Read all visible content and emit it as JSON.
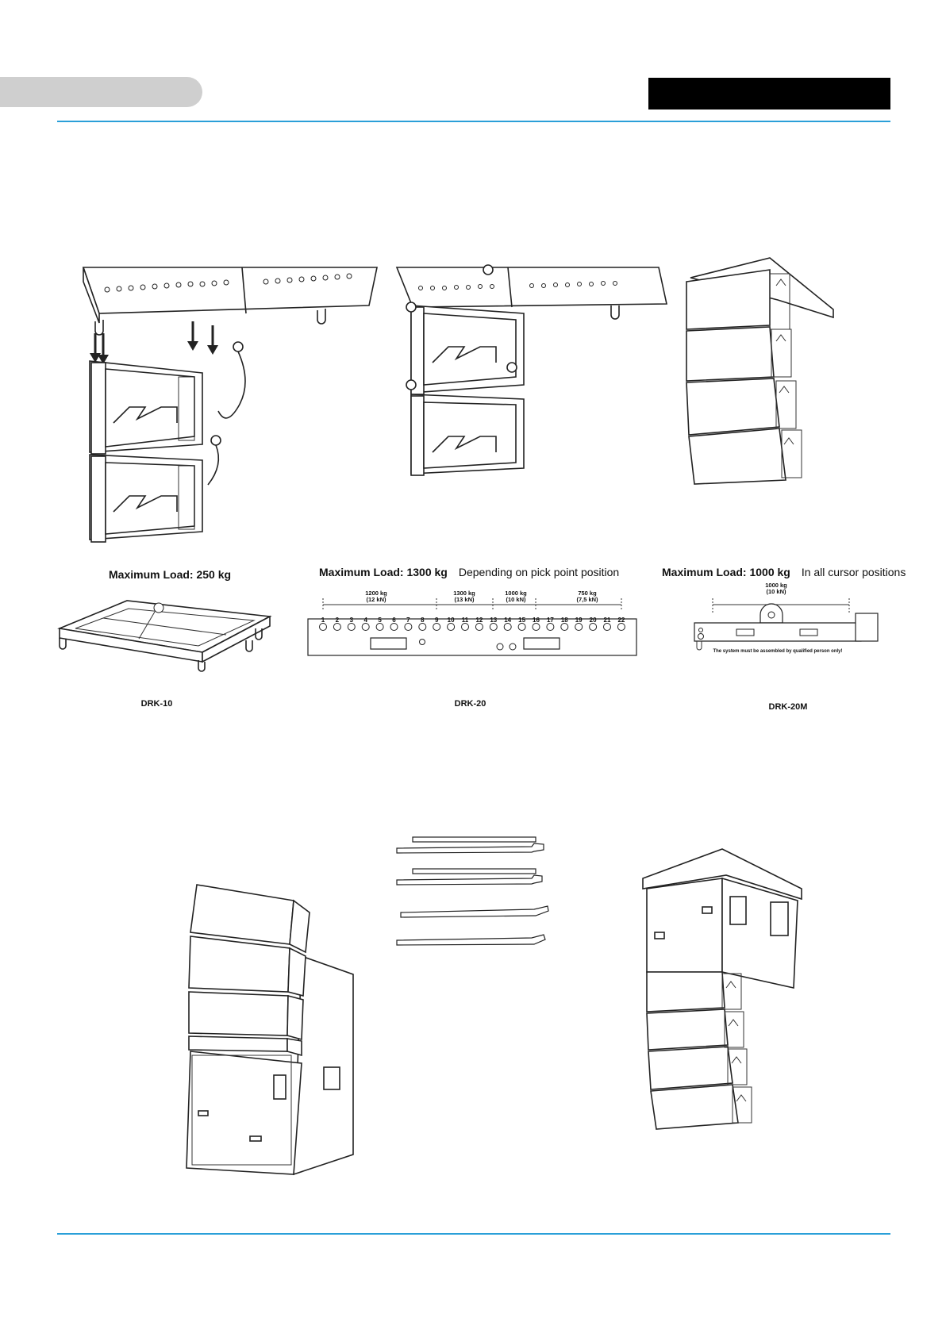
{
  "panels": {
    "drk10": {
      "max_load": "Maximum Load: 250 kg",
      "caption": "DRK-10"
    },
    "drk20": {
      "max_load": "Maximum Load: 1300 kg",
      "note": "Depending on pick point position",
      "caption": "DRK-20",
      "ranges": [
        {
          "kg": "1200 kg",
          "kn": "(12 kN)"
        },
        {
          "kg": "1300 kg",
          "kn": "(13 kN)"
        },
        {
          "kg": "1000 kg",
          "kn": "(10 kN)"
        },
        {
          "kg": "750 kg",
          "kn": "(7,5 kN)"
        }
      ],
      "pick_points": [
        "1",
        "2",
        "3",
        "4",
        "5",
        "6",
        "7",
        "8",
        "9",
        "10",
        "11",
        "12",
        "13",
        "14",
        "15",
        "16",
        "17",
        "18",
        "19",
        "20",
        "21",
        "22"
      ]
    },
    "drk20m": {
      "max_load": "Maximum Load: 1000 kg",
      "note": "In all cursor positions",
      "caption": "DRK-20M",
      "range_kg": "1000 kg",
      "range_kn": "(10 kN)",
      "warning": "The system must be assembled by qualified person only!"
    }
  }
}
